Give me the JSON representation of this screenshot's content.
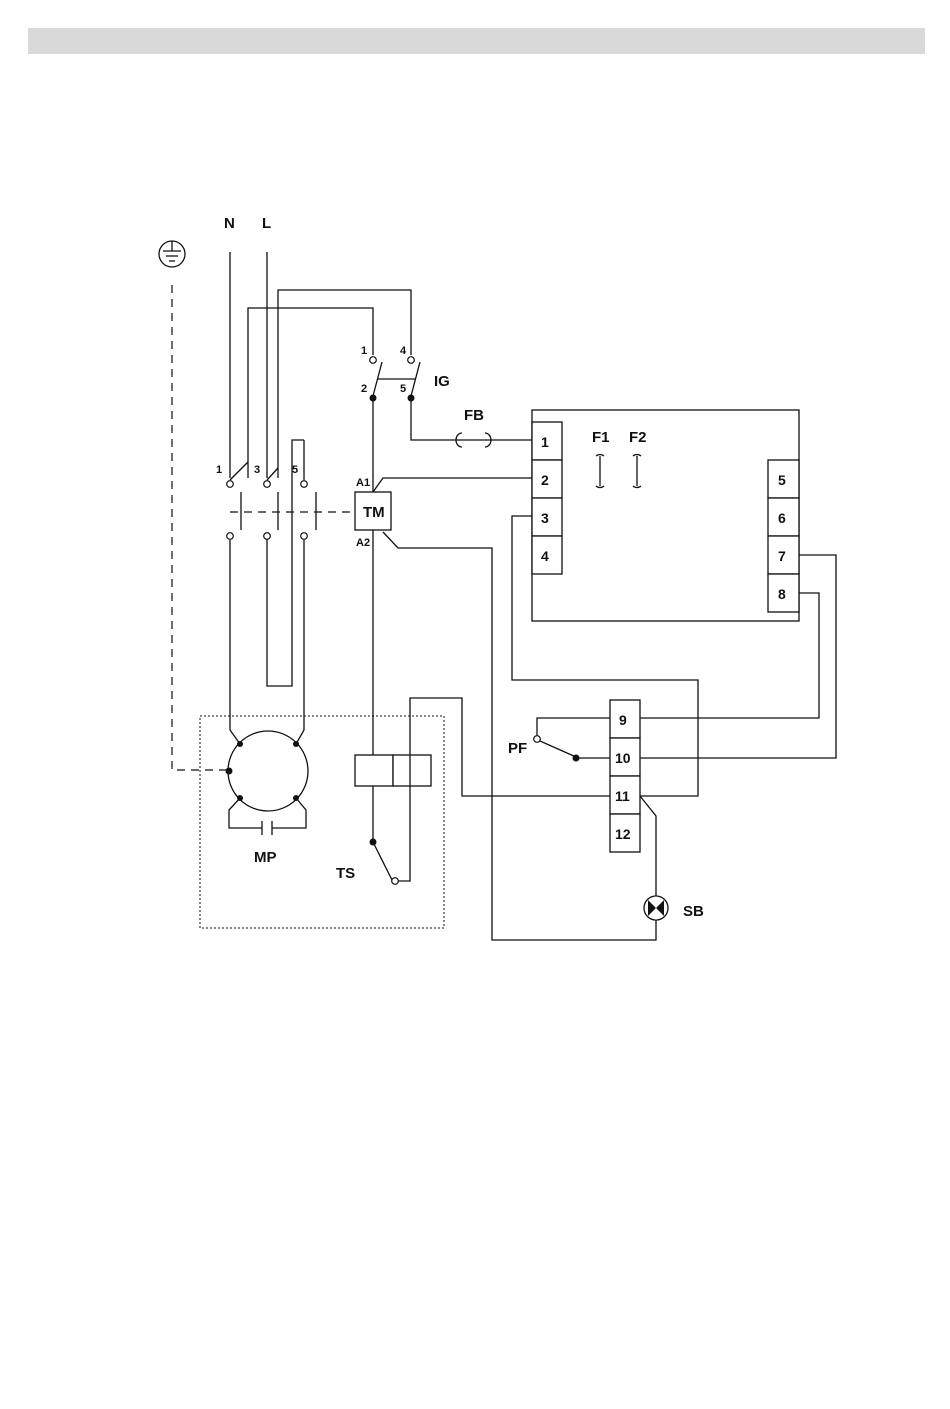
{
  "supply": {
    "neutral": "N",
    "line": "L"
  },
  "components": {
    "main_switch": "IG",
    "fuse": "FB",
    "contactor": "TM",
    "motor": "MP",
    "thermostat": "TS",
    "pressure_switch": "PF",
    "signal_lamp": "SB",
    "fuse_f1": "F1",
    "fuse_f2": "F2"
  },
  "pins": {
    "ig_1": "1",
    "ig_2": "2",
    "ig_4": "4",
    "ig_5": "5",
    "tm_1": "1",
    "tm_3": "3",
    "tm_5": "5",
    "a1": "A1",
    "a2": "A2"
  },
  "terminals": {
    "board_left": [
      "1",
      "2",
      "3",
      "4"
    ],
    "board_right": [
      "5",
      "6",
      "7",
      "8"
    ],
    "block": [
      "9",
      "10",
      "11",
      "12"
    ]
  }
}
